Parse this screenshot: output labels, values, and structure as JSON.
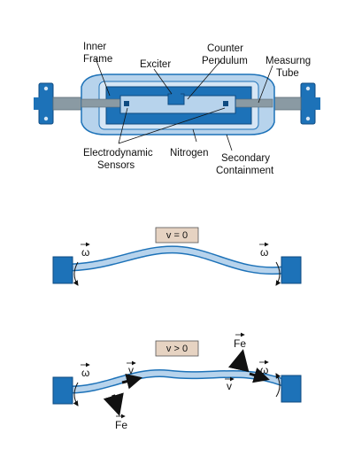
{
  "labels": {
    "inner_frame_1": "Inner",
    "inner_frame_2": "Frame",
    "exciter": "Exciter",
    "counter_pendulum_1": "Counter",
    "counter_pendulum_2": "Pendulum",
    "measuring_tube_1": "Measurng",
    "measuring_tube_2": "Tube",
    "sensors_1": "Electrodynamic",
    "sensors_2": "Sensors",
    "nitrogen": "Nitrogen",
    "containment_1": "Secondary",
    "containment_2": "Containment"
  },
  "state1": {
    "label": "v = 0",
    "omega": "ω"
  },
  "state2": {
    "label": "v > 0",
    "omega": "ω",
    "v": "v",
    "fe": "Fe"
  },
  "colors": {
    "dark_blue": "#1d72b8",
    "mid_blue": "#5b9bd5",
    "light_blue": "#b7d3ec",
    "pale_blue": "#d6e6f5",
    "tube_gray": "#8a9aa3",
    "box_fill": "#e6d3c2"
  }
}
